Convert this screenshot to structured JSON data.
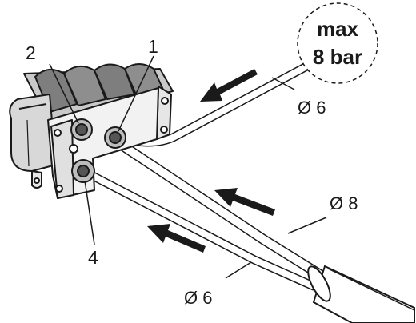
{
  "callouts": {
    "c1": "1",
    "c2": "2",
    "c4": "4"
  },
  "badge": {
    "line1": "max",
    "line2": "8 bar"
  },
  "diameters": {
    "top": "Ø 6",
    "mid": "Ø 8",
    "bottom": "Ø 6"
  },
  "colors": {
    "ink": "#1a1a1a",
    "device": "#d4d4d4",
    "device_dark": "#8a8a8a"
  }
}
